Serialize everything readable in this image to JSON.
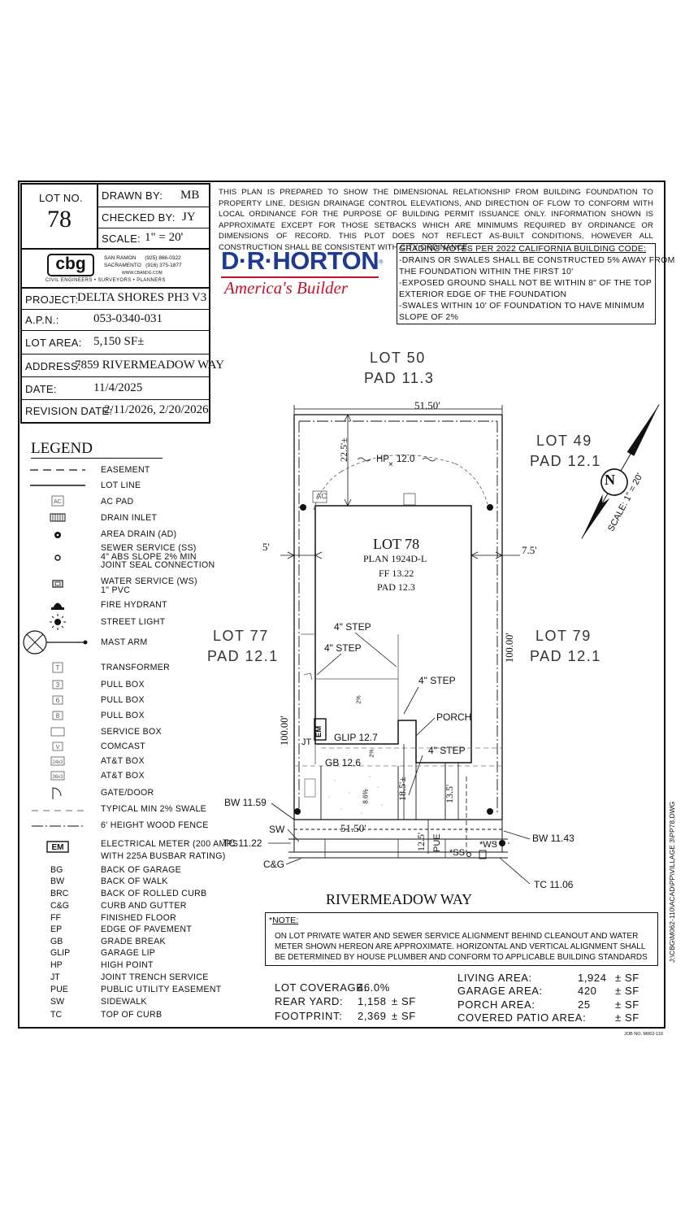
{
  "title_block": {
    "lot_no_label": "LOT NO.",
    "lot_no": "78",
    "drawn_by_label": "DRAWN BY:",
    "drawn_by": "MB",
    "checked_by_label": "CHECKED BY:",
    "checked_by": "JY",
    "scale_label": "SCALE:",
    "scale": "1\" = 20'",
    "project_label": "PROJECT:",
    "project": "DELTA SHORES PH3 V3",
    "apn_label": "A.P.N.:",
    "apn": "053-0340-031",
    "lot_area_label": "LOT AREA:",
    "lot_area": "5,150 SF±",
    "address_label": "ADDRESS:",
    "address": "7859 RIVERMEADOW WAY",
    "date_label": "DATE:",
    "date": "11/4/2025",
    "revision_label": "REVISION DATE:",
    "revision": "2/11/2026, 2/20/2026"
  },
  "cbg": {
    "logo": "cbg",
    "office1": "SAN RAMON",
    "phone1": "(925) 866-0322",
    "office2": "SACRAMENTO",
    "phone2": "(916) 375-1877",
    "web": "WWW.CBANDG.COM",
    "services": "CIVIL ENGINEERS  •  SURVEYORS  •  PLANNERS"
  },
  "disclaimer": "THIS PLAN IS PREPARED TO SHOW THE DIMENSIONAL RELATIONSHIP FROM BUILDING FOUNDATION TO PROPERTY LINE, DESIGN DRAINAGE CONTROL ELEVATIONS, AND DIRECTION OF FLOW TO CONFORM WITH LOCAL ORDINANCE FOR THE PURPOSE OF BUILDING PERMIT ISSUANCE ONLY. INFORMATION SHOWN IS APPROXIMATE EXCEPT FOR THOSE SETBACKS WHICH ARE MINIMUMS REQUIRED BY ORDINANCE OR DIMENSIONS OF RECORD. THIS PLOT DOES NOT REFLECT AS-BUILT CONDITIONS, HOWEVER ALL CONSTRUCTION SHALL BE CONSISTENT WITH CITY ORDINANCE.",
  "brand": {
    "name": "D·R·HORTON",
    "reg": "®",
    "tagline": "America's Builder",
    "color": "#1f3a93",
    "accent": "#c8102e"
  },
  "grading": {
    "title": "GRADING NOTES PER 2022 CALIFORNIA BUILDING CODE:",
    "lines": [
      "-DRAINS OR SWALES SHALL BE CONSTRUCTED 5% AWAY FROM",
      "THE FOUNDATION WITHIN THE FIRST 10'",
      "-EXPOSED GROUND SHALL NOT BE WITHIN 8\" OF THE TOP",
      "EXTERIOR EDGE OF THE FOUNDATION",
      "-SWALES WITHIN 10' OF FOUNDATION TO HAVE MINIMUM",
      "SLOPE OF 2%"
    ]
  },
  "legend": {
    "title": "LEGEND",
    "items": [
      {
        "label": "EASEMENT"
      },
      {
        "label": "LOT LINE"
      },
      {
        "sym": "AC",
        "label": "AC PAD"
      },
      {
        "label": "DRAIN INLET"
      },
      {
        "label": "AREA DRAIN (AD)"
      },
      {
        "label": "SEWER SERVICE (SS)",
        "l2": "4\" ABS SLOPE 2% MIN",
        "l3": "JOINT SEAL CONNECTION"
      },
      {
        "label": "WATER SERVICE (WS)",
        "l2": "1\" PVC"
      },
      {
        "label": "FIRE HYDRANT"
      },
      {
        "label": "STREET LIGHT"
      },
      {
        "label": "MAST ARM"
      },
      {
        "sym": "T",
        "label": "TRANSFORMER"
      },
      {
        "sym": "3",
        "label": "PULL BOX"
      },
      {
        "sym": "6",
        "label": "PULL BOX"
      },
      {
        "sym": "8",
        "label": "PULL BOX"
      },
      {
        "label": "SERVICE BOX"
      },
      {
        "sym": "V",
        "label": "COMCAST"
      },
      {
        "sym": "24x3",
        "label": "AT&T BOX"
      },
      {
        "sym": "36x3",
        "label": "AT&T BOX"
      },
      {
        "label": "GATE/DOOR"
      },
      {
        "label": "TYPICAL MIN 2% SWALE"
      },
      {
        "label": "6' HEIGHT WOOD FENCE"
      },
      {
        "sym": "EM",
        "label": "ELECTRICAL METER (200 AMPS",
        "l2": "WITH 225A BUSBAR RATING)"
      }
    ],
    "abbreviations": [
      [
        "BG",
        "BACK OF GARAGE"
      ],
      [
        "BW",
        "BACK OF WALK"
      ],
      [
        "BRC",
        "BACK OF ROLLED CURB"
      ],
      [
        "C&G",
        "CURB AND GUTTER"
      ],
      [
        "FF",
        "FINISHED FLOOR"
      ],
      [
        "EP",
        "EDGE OF PAVEMENT"
      ],
      [
        "GB",
        "GRADE BREAK"
      ],
      [
        "GLIP",
        "GARAGE LIP"
      ],
      [
        "HP",
        "HIGH POINT"
      ],
      [
        "JT",
        "JOINT TRENCH SERVICE"
      ],
      [
        "PUE",
        "PUBLIC UTILITY EASEMENT"
      ],
      [
        "SW",
        "SIDEWALK"
      ],
      [
        "TC",
        "TOP OF CURB"
      ]
    ]
  },
  "plot": {
    "lot50": "LOT 50",
    "lot50_pad": "PAD 11.3",
    "lot49": "LOT 49",
    "lot49_pad": "PAD 12.1",
    "lot77": "LOT 77",
    "lot77_pad": "PAD 12.1",
    "lot79": "LOT 79",
    "lot79_pad": "PAD 12.1",
    "width_top": "51.50'",
    "width_bottom": "51.50'",
    "rear_setback": "22.5'±",
    "hp": "HP",
    "hp_val": "12.0",
    "side_left": "5'",
    "side_right": "7.5'",
    "depth_left": "100.00'",
    "depth_right": "100.00'",
    "lot_title": "LOT 78",
    "plan": "PLAN 1924D-L",
    "ff": "FF 13.22",
    "pad": "PAD 12.3",
    "step1": "4\" STEP",
    "step2": "4\" STEP",
    "step3": "4\" STEP",
    "step4": "4\" STEP",
    "porch": "PORCH",
    "em": "EM",
    "glip": "GLIP 12.7",
    "gb": "GB 12.6",
    "jt": "JT",
    "ac": "AC",
    "slope_pct": "2%",
    "slope_pct2": "2%",
    "slope_drive": "8.6%",
    "front_garage": "18.5'±",
    "front_porch": "13.5'",
    "pue_dim": "12.5'",
    "pue": "PUE",
    "bw_left": "BW 11.59",
    "bw_right": "BW 11.43",
    "sw": "SW",
    "tc_left": "TC 11.22",
    "tc_right": "TC 11.06",
    "cg": "C&G",
    "ss": "SS",
    "ws": "WS",
    "street": "RIVERMEADOW WAY",
    "north": "N",
    "north_scale": "SCALE: 1\" = 20'"
  },
  "note": {
    "label": "NOTE:",
    "text": "ON LOT PRIVATE WATER AND SEWER SERVICE ALIGNMENT BEHIND CLEANOUT AND WATER METER SHOWN HEREON ARE APPROXIMATE. HORIZONTAL AND VERTICAL ALIGNMENT SHALL BE DETERMINED BY HOUSE PLUMBER AND CONFORM TO APPLICABLE BUILDING STANDARDS"
  },
  "stats": {
    "coverage_label": "LOT COVERAGE:",
    "coverage": "46.0%",
    "rear_label": "REAR YARD:",
    "rear": "1,158",
    "rear_unit": "± SF",
    "footprint_label": "FOOTPRINT:",
    "footprint": "2,369",
    "footprint_unit": "± SF",
    "living_label": "LIVING AREA:",
    "living": "1,924",
    "living_unit": "± SF",
    "garage_label": "GARAGE AREA:",
    "garage": "420",
    "garage_unit": "± SF",
    "porch_label": "PORCH AREA:",
    "porch": "25",
    "porch_unit": "± SF",
    "patio_label": "COVERED PATIO AREA:",
    "patio": "",
    "patio_unit": "± SF"
  },
  "file_path": "J:\\CBG\\M062-110\\ACAD\\PP\\VILLAGE 3\\PP78.DWG",
  "job_no": "JOB NO. M062-110"
}
